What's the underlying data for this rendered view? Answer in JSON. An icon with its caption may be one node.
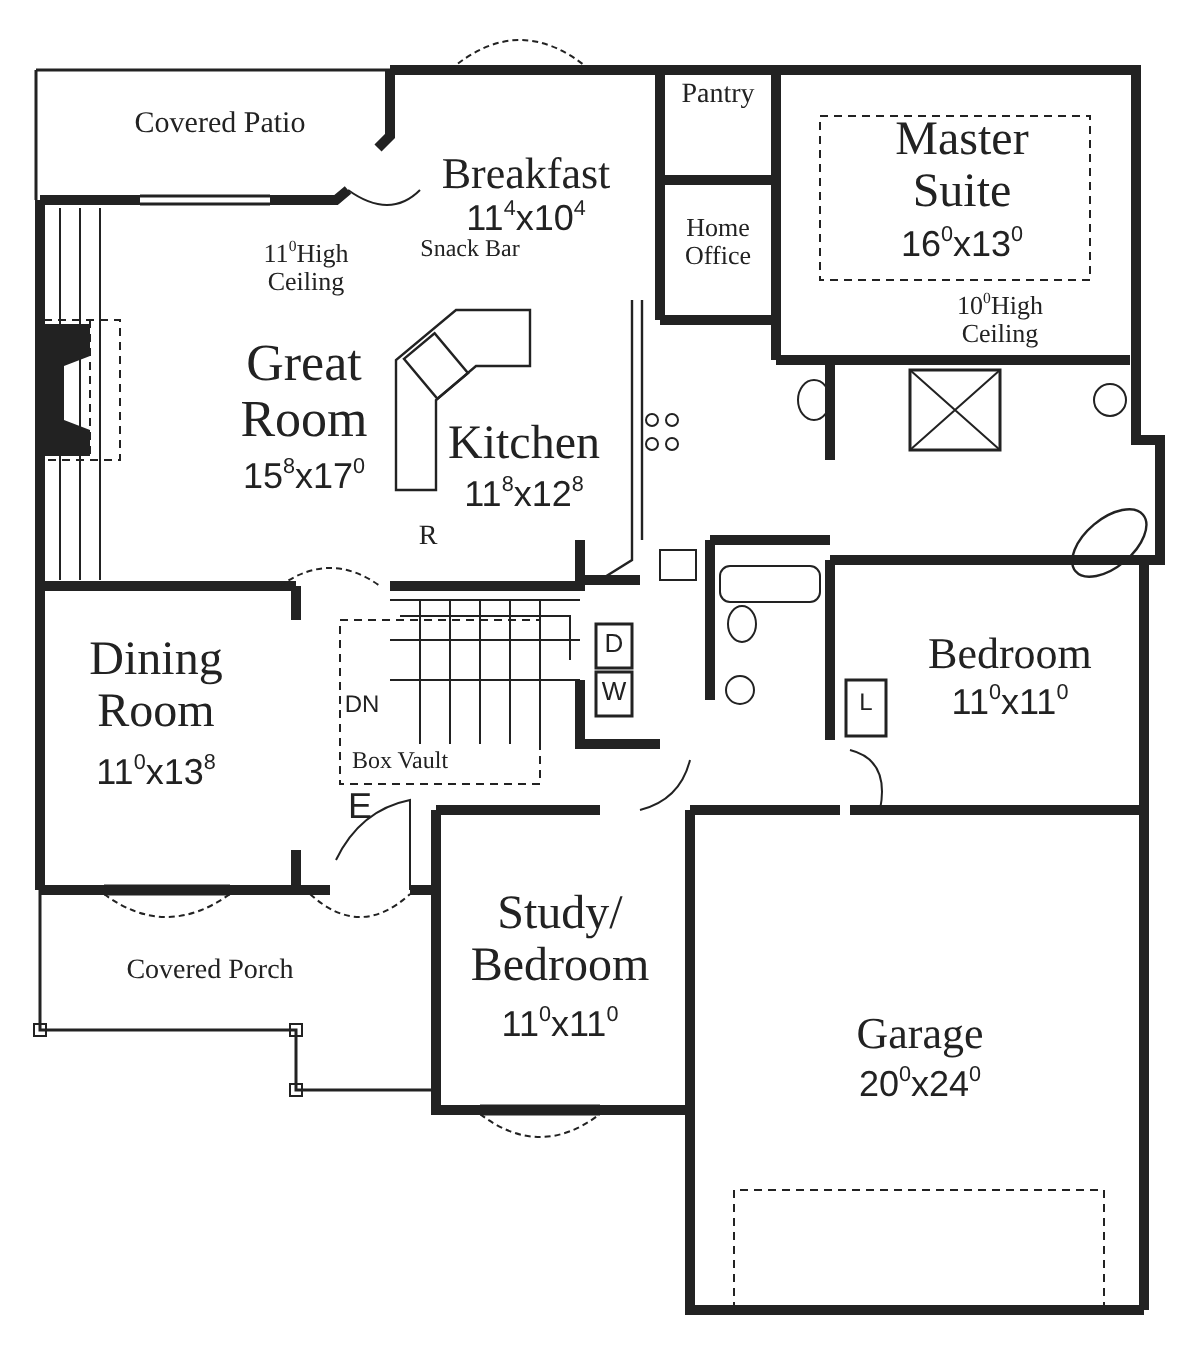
{
  "diagram": {
    "labels": [
      "Covered Patio",
      "Breakfast",
      "11$^{4}$x10$^{4}$",
      "Pantry",
      "Master Suite",
      "16$^{0}$x13$^{0}$",
      "Home Office",
      "11$^{0}$High Ceiling",
      "Snack Bar",
      "10$^{0}$High Ceiling",
      "Great Room",
      "15$^{8}$x17$^{0}$",
      "Kitchen",
      "11$^{8}$x12$^{8}$",
      "R",
      "D",
      "W",
      "Bedroom",
      "11$^{0}$x11$^{0}$",
      "Dining Room",
      "11$^{0}$x13$^{8}$",
      "DN",
      "L",
      "Box Vault",
      "E",
      "Study/ Bedroom",
      "11$^{0}$x11$^{0}$",
      "Covered Porch",
      "Garage",
      "20$^{0}$x24$^{0}$"
    ]
  }
}
